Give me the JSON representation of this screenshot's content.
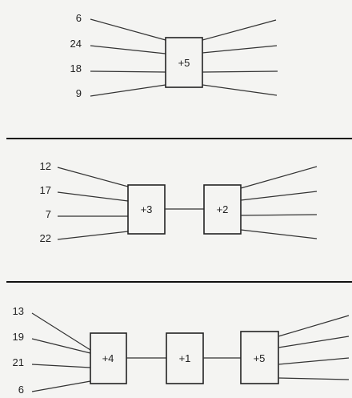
{
  "panels": [
    {
      "inputs": [
        "6",
        "24",
        "18",
        "9"
      ],
      "machines": [
        "+5"
      ]
    },
    {
      "inputs": [
        "12",
        "17",
        "7",
        "22"
      ],
      "machines": [
        "+3",
        "+2"
      ]
    },
    {
      "inputs": [
        "13",
        "19",
        "21",
        "6"
      ],
      "machines": [
        "+4",
        "+1",
        "+5"
      ]
    }
  ]
}
